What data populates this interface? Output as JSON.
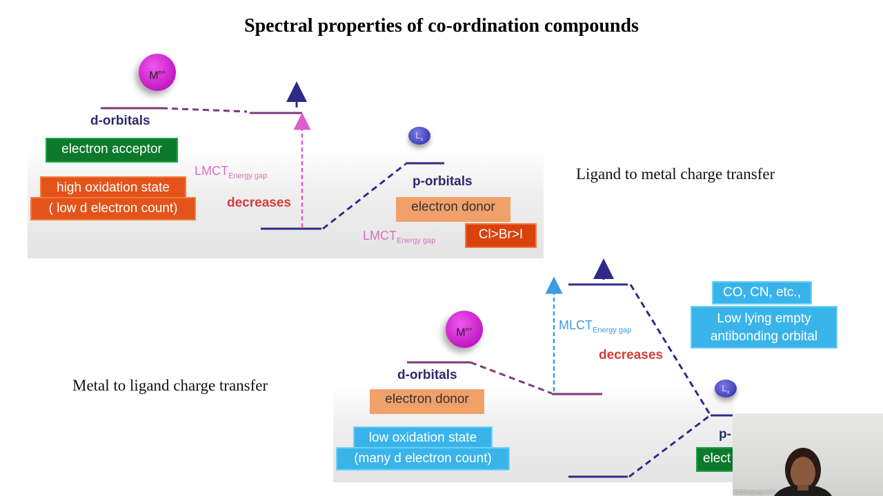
{
  "slide": {
    "title": "Spectral properties of co-ordination compounds"
  },
  "lmct_diagram": {
    "caption": "Ligand to metal charge transfer",
    "metal_label": "M",
    "metal_charge": "n+",
    "ligand_label": "L",
    "ligand_sub": "x",
    "d_orbitals": "d-orbitals",
    "p_orbitals": "p-orbitals",
    "electron_acceptor": "electron acceptor",
    "high_oxidation_state": "high oxidation state",
    "low_d_electron_count": "( low d electron count)",
    "lmct_gap_main": "LMCT",
    "lmct_gap_sub": "Energy gap",
    "lmct_gap2_main": "LMCT",
    "lmct_gap2_sub": "Energy gap",
    "decreases": "decreases",
    "electron_donor": "electron donor",
    "halide_order": "Cl>Br>I"
  },
  "mlct_diagram": {
    "caption": "Metal to ligand charge transfer",
    "metal_label": "M",
    "metal_charge": "n+",
    "ligand_label": "L",
    "ligand_sub": "x",
    "d_orbitals": "d-orbitals",
    "electron_donor": "electron donor",
    "low_oxidation_state": "low oxidation state",
    "many_d_electron_count": "(many d electron count)",
    "mlct_gap_main": "MLCT",
    "mlct_gap_sub": "Energy gap",
    "decreases": "decreases",
    "ligands_example": "CO, CN, etc.,",
    "low_lying_1": "Low lying empty",
    "low_lying_2": "antibonding orbital",
    "p_orbitals_partial": "p-",
    "electron_partial": "elect"
  },
  "webcam": {
    "presenter_name": "Krishnapriya.K.V"
  },
  "colors": {
    "level_line": "#2d2a8a",
    "lmct_arrow": "#e05ad0",
    "mlct_arrow": "#3b9be0",
    "decreases": "#d63a3a"
  }
}
